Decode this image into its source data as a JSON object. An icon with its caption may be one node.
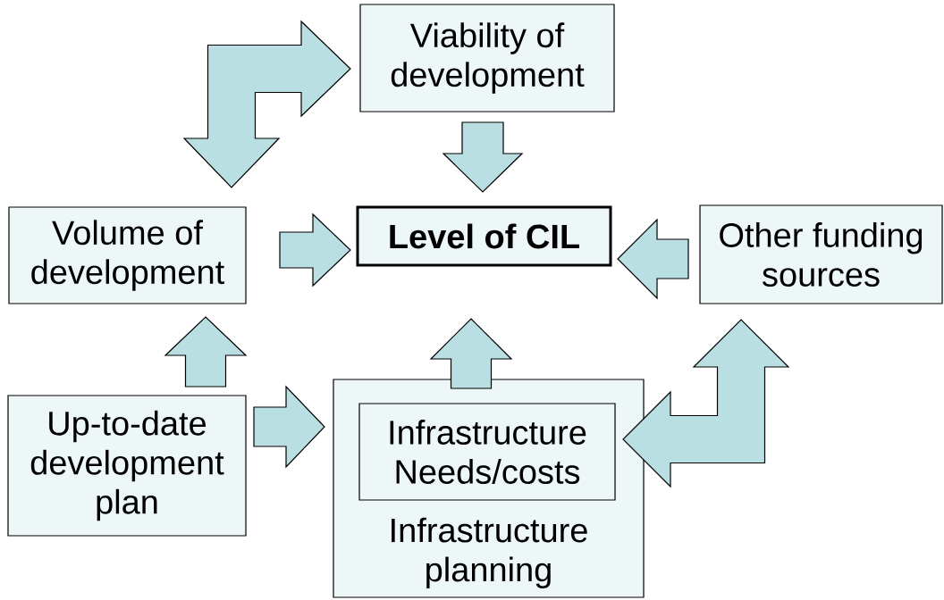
{
  "diagram": {
    "nodes": [
      {
        "text": [
          "Viability of development"
        ]
      },
      {
        "text": [
          "Volume of development"
        ]
      },
      {
        "text": [
          "Level of CIL"
        ]
      },
      {
        "text": [
          "Other funding sources"
        ]
      },
      {
        "text": [
          "Up-to-date development plan"
        ]
      },
      {
        "text": [
          "Infrastructure planning"
        ]
      },
      {
        "text": [
          "Infrastructure Needs/costs"
        ],
        "in": 5
      }
    ],
    "edges": [
      {
        "from": 1,
        "to": 0,
        "arrow": "both"
      },
      {
        "from": 0,
        "to": 2,
        "arrow": "to"
      },
      {
        "from": 1,
        "to": 2,
        "arrow": "to"
      },
      {
        "from": 3,
        "to": 2,
        "arrow": "to"
      },
      {
        "from": 4,
        "to": 1,
        "arrow": "to"
      },
      {
        "from": 4,
        "to": 5,
        "arrow": "to"
      },
      {
        "from": 5,
        "to": 2,
        "arrow": "to"
      },
      {
        "from": 3,
        "to": 6,
        "arrow": "both"
      }
    ]
  }
}
